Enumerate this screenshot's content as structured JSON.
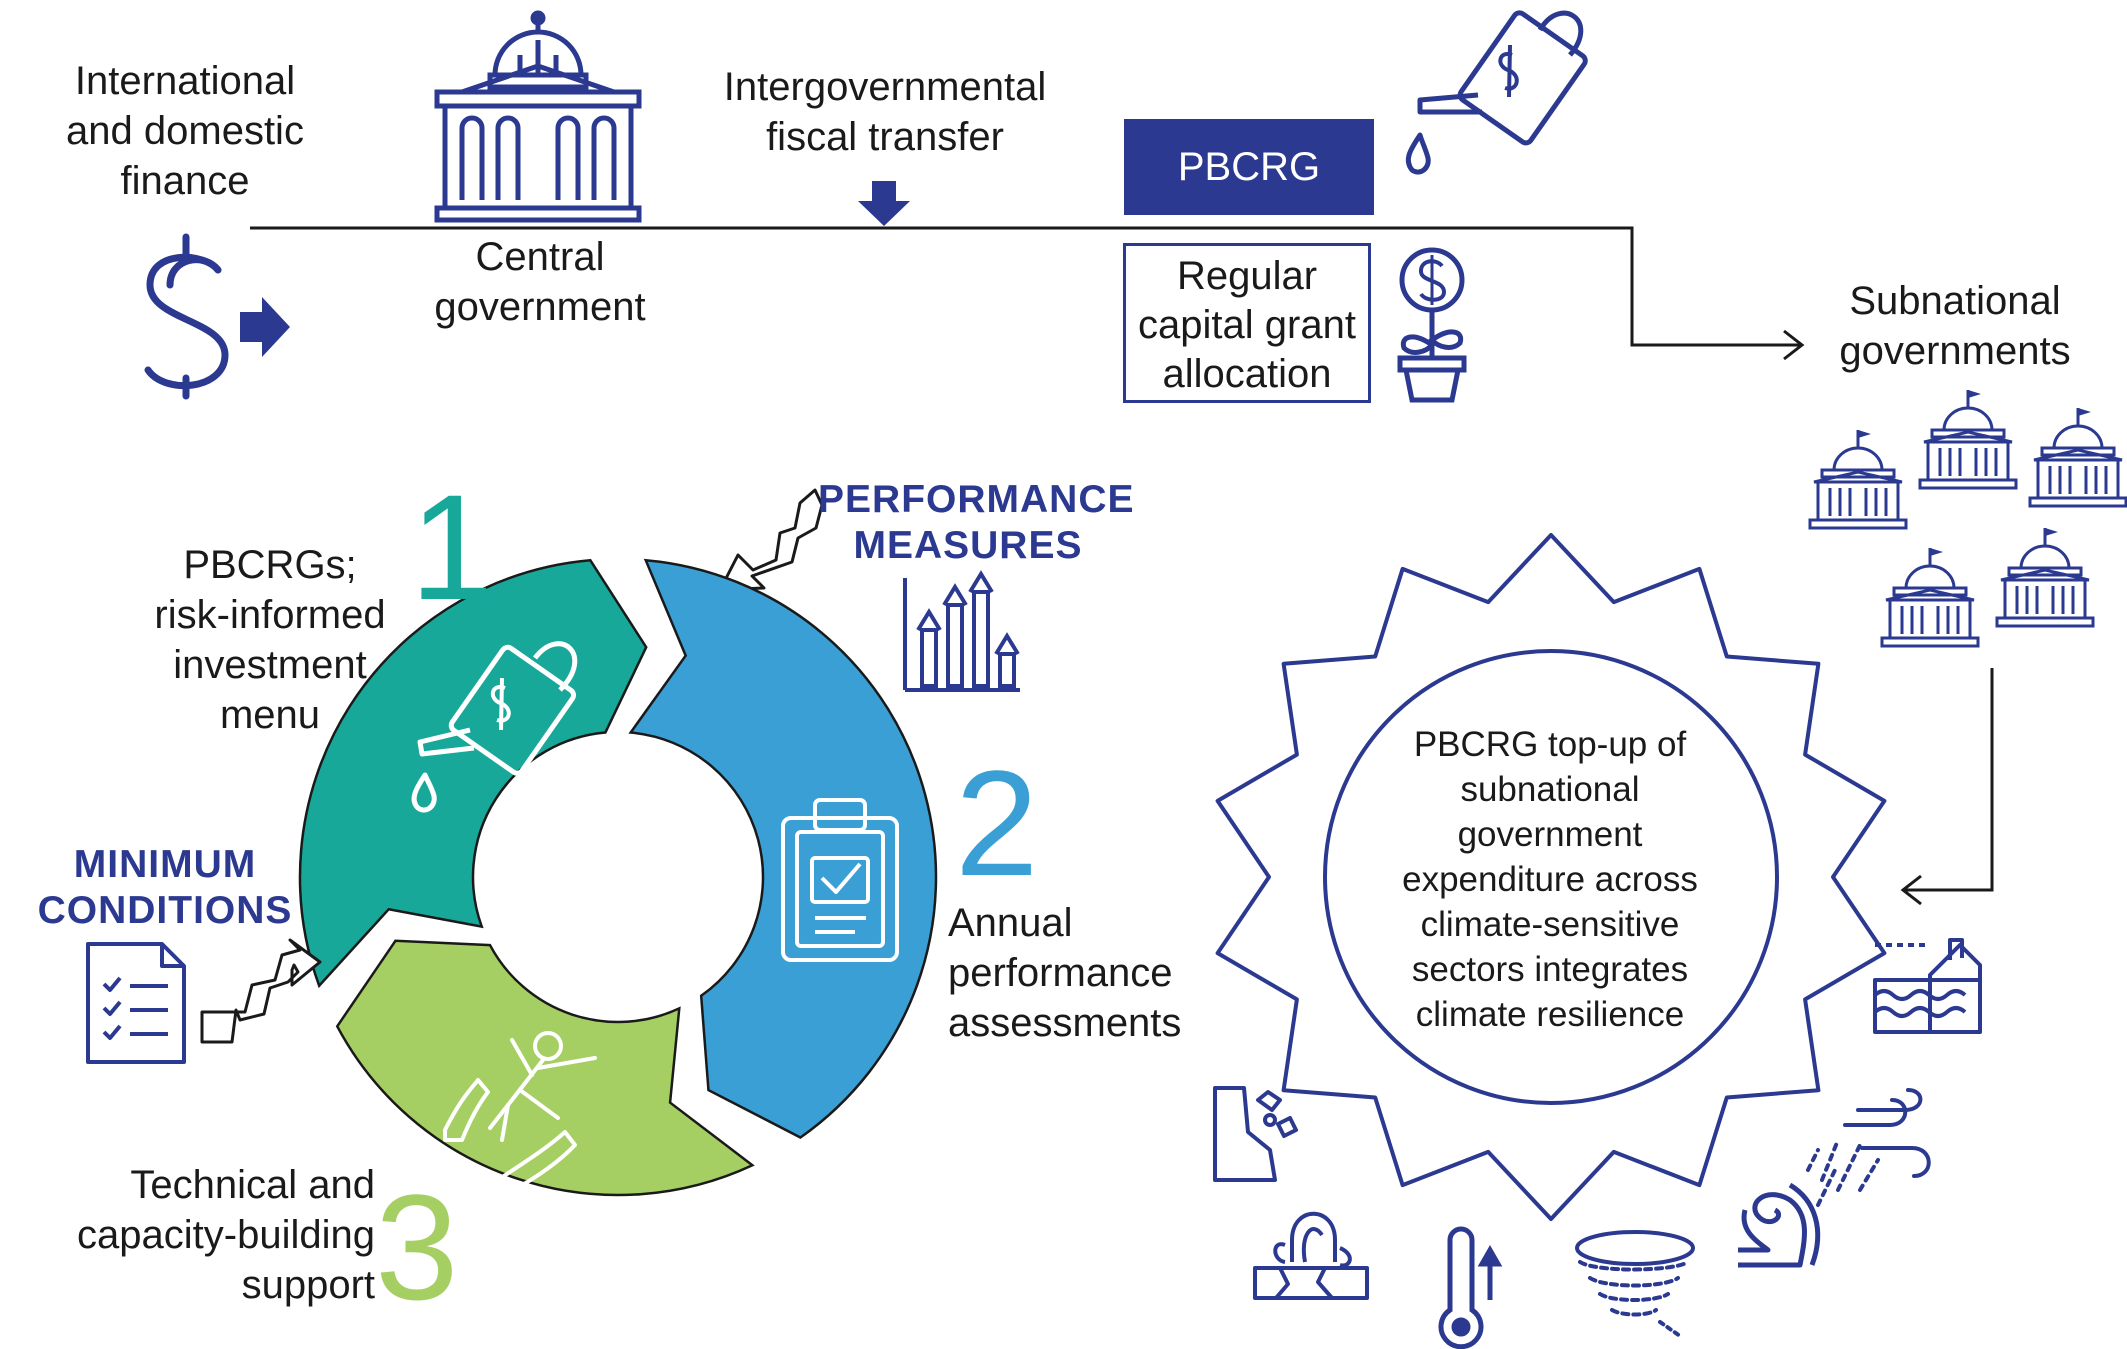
{
  "top": {
    "finance_lines": [
      "International",
      "and domestic",
      "finance"
    ],
    "central_lines": [
      "Central",
      "government"
    ],
    "transfer_lines": [
      "Intergovernmental",
      "fiscal transfer"
    ],
    "pbcrg_label": "PBCRG",
    "regular_lines": [
      "Regular",
      "capital grant",
      "allocation"
    ],
    "subnational_lines": [
      "Subnational",
      "governments"
    ]
  },
  "cycle": {
    "step1": {
      "number": "1",
      "lines": [
        "PBCRGs;",
        "risk-informed",
        "investment",
        "menu"
      ],
      "color": "#17a89a"
    },
    "step2": {
      "number": "2",
      "lines": [
        "Annual",
        "performance",
        "assessments"
      ],
      "color": "#3a9fd4"
    },
    "step3": {
      "number": "3",
      "lines": [
        "Technical and",
        "capacity-building",
        "support"
      ],
      "color": "#a6cf63"
    },
    "performance_measures_lines": [
      "PERFORMANCE",
      "MEASURES"
    ],
    "minimum_conditions_lines": [
      "MINIMUM",
      "CONDITIONS"
    ]
  },
  "badge": {
    "lines": [
      "PBCRG top-up of",
      "subnational",
      "government",
      "expenditure across",
      "climate-sensitive",
      "sectors integrates",
      "climate resilience"
    ]
  },
  "icons": {
    "finance": "dollar-icon",
    "capitol": "capitol-building-icon",
    "watering_can": "watering-can-dollar-icon",
    "plant": "dollar-plant-icon",
    "municipal": "municipal-building-icon",
    "chart": "bar-chart-arrows-icon",
    "checklist": "checklist-document-icon",
    "clipboard": "clipboard-check-icon",
    "hands": "hands-person-icon",
    "flood": "flood-icon",
    "wind": "wind-rain-icon",
    "wave": "wave-icon",
    "tornado": "tornado-icon",
    "thermometer": "thermometer-icon",
    "drought": "drought-icon",
    "landslide": "landslide-icon"
  },
  "colors": {
    "navy": "#2b3990",
    "teal": "#17a89a",
    "blue": "#3a9fd4",
    "green": "#a6cf63"
  }
}
